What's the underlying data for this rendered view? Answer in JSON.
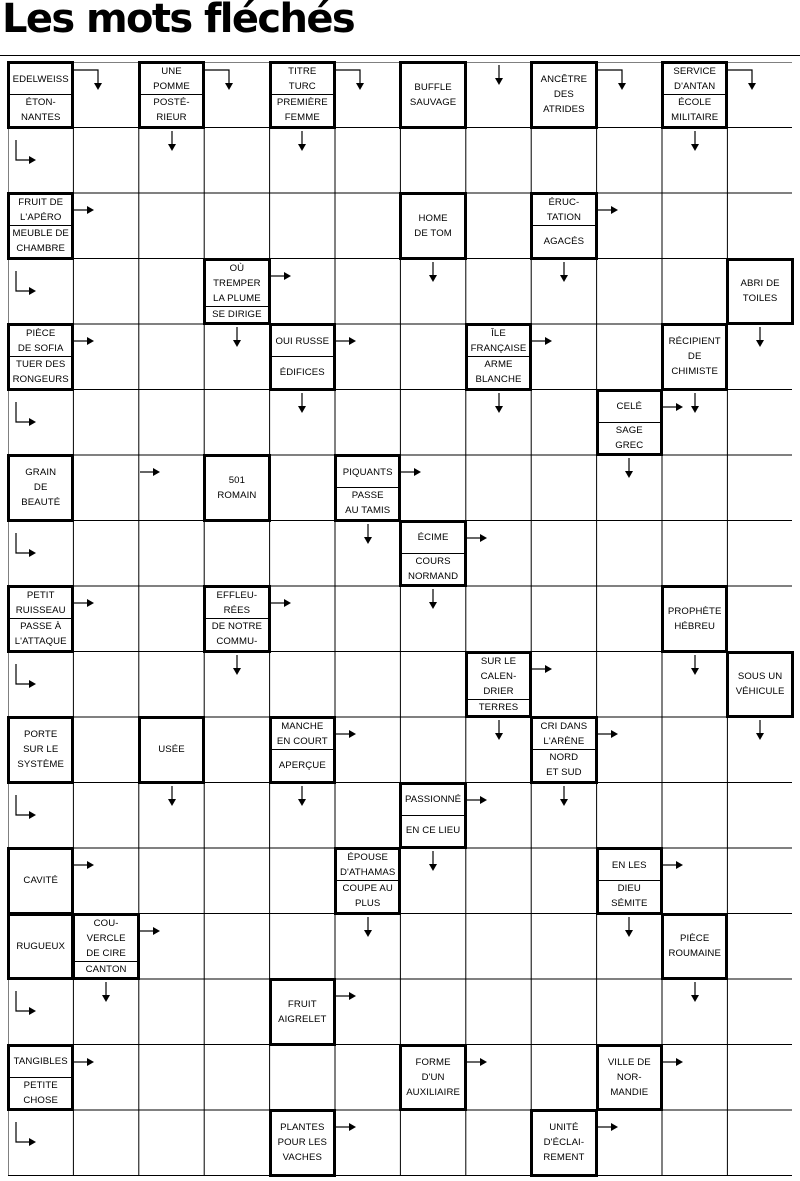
{
  "title": "Les mots fléchés",
  "grid": {
    "columns": 12,
    "rows": 17
  },
  "clues": [
    {
      "col": 0,
      "row": 0,
      "parts": [
        "EDELWEISS",
        "ÉTON-\nNANTES"
      ]
    },
    {
      "col": 2,
      "row": 0,
      "parts": [
        "UNE\nPOMME",
        "POSTÉ-\nRIEUR"
      ]
    },
    {
      "col": 4,
      "row": 0,
      "parts": [
        "TITRE\nTURC",
        "PREMIÈRE\nFEMME"
      ]
    },
    {
      "col": 6,
      "row": 0,
      "parts": [
        "BUFFLE\nSAUVAGE"
      ]
    },
    {
      "col": 8,
      "row": 0,
      "parts": [
        "ANCÊTRE\nDES\nATRIDES"
      ]
    },
    {
      "col": 10,
      "row": 0,
      "parts": [
        "SERVICE\nD'ANTAN",
        "ÉCOLE\nMILITAIRE"
      ]
    },
    {
      "col": 0,
      "row": 2,
      "parts": [
        "FRUIT DE\nL'APÉRO",
        "MEUBLE DE\nCHAMBRE"
      ]
    },
    {
      "col": 6,
      "row": 2,
      "parts": [
        "HOME\nDE TOM"
      ]
    },
    {
      "col": 8,
      "row": 2,
      "parts": [
        "ÉRUC-\nTATION",
        "AGACÉS"
      ]
    },
    {
      "col": 3,
      "row": 3,
      "parts": [
        "OÙ\nTREMPER\nLA PLUME",
        "SE DIRIGE"
      ]
    },
    {
      "col": 11,
      "row": 3,
      "parts": [
        "ABRI DE\nTOILES"
      ]
    },
    {
      "col": 0,
      "row": 4,
      "parts": [
        "PIÈCE\nDE SOFIA",
        "TUER DES\nRONGEURS"
      ]
    },
    {
      "col": 4,
      "row": 4,
      "parts": [
        "OUI RUSSE",
        "ÉDIFICES"
      ]
    },
    {
      "col": 7,
      "row": 4,
      "parts": [
        "ÎLE\nFRANÇAISE",
        "ARME\nBLANCHE"
      ]
    },
    {
      "col": 10,
      "row": 4,
      "parts": [
        "RÉCIPIENT\nDE\nCHIMISTE"
      ]
    },
    {
      "col": 9,
      "row": 5,
      "parts": [
        "CELÉ",
        "SAGE\nGREC"
      ]
    },
    {
      "col": 0,
      "row": 6,
      "parts": [
        "GRAIN\nDE\nBEAUTÉ"
      ]
    },
    {
      "col": 3,
      "row": 6,
      "parts": [
        "501\nROMAIN"
      ]
    },
    {
      "col": 5,
      "row": 6,
      "parts": [
        "PIQUANTS",
        "PASSE\nAU TAMIS"
      ]
    },
    {
      "col": 6,
      "row": 7,
      "parts": [
        "ÉCIME",
        "COURS\nNORMAND"
      ]
    },
    {
      "col": 0,
      "row": 8,
      "parts": [
        "PETIT\nRUISSEAU",
        "PASSE À\nL'ATTAQUE"
      ]
    },
    {
      "col": 3,
      "row": 8,
      "parts": [
        "EFFLEU-\nRÉES",
        "DE NOTRE\nCOMMU-\nNAUTÉ"
      ]
    },
    {
      "col": 10,
      "row": 8,
      "parts": [
        "PROPHÈTE\nHÉBREU"
      ]
    },
    {
      "col": 7,
      "row": 9,
      "parts": [
        "SUR LE\nCALEN-\nDRIER",
        "TERRES\nANCIENNES"
      ]
    },
    {
      "col": 11,
      "row": 9,
      "parts": [
        "SOUS UN\nVÉHICULE"
      ]
    },
    {
      "col": 0,
      "row": 10,
      "parts": [
        "PORTE\nSUR LE\nSYSTÈME"
      ]
    },
    {
      "col": 2,
      "row": 10,
      "parts": [
        "USÉE"
      ]
    },
    {
      "col": 4,
      "row": 10,
      "parts": [
        "MANCHE\nEN COURT",
        "APERÇUE"
      ]
    },
    {
      "col": 8,
      "row": 10,
      "parts": [
        "CRI DANS\nL'ARÈNE",
        "NORD\nET SUD"
      ]
    },
    {
      "col": 6,
      "row": 11,
      "parts": [
        "PASSIONNÉ",
        "EN CE LIEU"
      ]
    },
    {
      "col": 0,
      "row": 12,
      "parts": [
        "CAVITÉ"
      ]
    },
    {
      "col": 5,
      "row": 12,
      "parts": [
        "ÉPOUSE\nD'ATHAMAS",
        "COUPE AU\nPLUS\nCOURT"
      ]
    },
    {
      "col": 9,
      "row": 12,
      "parts": [
        "EN LES",
        "DIEU\nSÉMITE"
      ]
    },
    {
      "col": 0,
      "row": 13,
      "parts": [
        "RUGUEUX"
      ]
    },
    {
      "col": 1,
      "row": 13,
      "parts": [
        "COU-\nVERCLE\nDE CIRE",
        "CANTON\nSUISSE"
      ]
    },
    {
      "col": 10,
      "row": 13,
      "parts": [
        "PIÈCE\nROUMAINE"
      ]
    },
    {
      "col": 4,
      "row": 14,
      "parts": [
        "FRUIT\nAIGRELET"
      ]
    },
    {
      "col": 0,
      "row": 15,
      "parts": [
        "TANGIBLES",
        "PETITE\nCHOSE"
      ]
    },
    {
      "col": 6,
      "row": 15,
      "parts": [
        "FORME\nD'UN\nAUXILIAIRE"
      ]
    },
    {
      "col": 9,
      "row": 15,
      "parts": [
        "VILLE DE\nNOR-\nMANDIE"
      ]
    },
    {
      "col": 4,
      "row": 16,
      "parts": [
        "PLANTES\nPOUR LES\nVACHES"
      ]
    },
    {
      "col": 8,
      "row": 16,
      "parts": [
        "UNITÉ\nD'ÉCLAI-\nREMENT"
      ]
    }
  ],
  "arrows": [
    {
      "col": 1,
      "row": 0,
      "dir": "corner-right-down"
    },
    {
      "col": 3,
      "row": 0,
      "dir": "corner-right-down"
    },
    {
      "col": 5,
      "row": 0,
      "dir": "corner-right-down"
    },
    {
      "col": 7,
      "row": 0,
      "dir": "down"
    },
    {
      "col": 9,
      "row": 0,
      "dir": "corner-right-down"
    },
    {
      "col": 11,
      "row": 0,
      "dir": "corner-right-down"
    },
    {
      "col": 0,
      "row": 1,
      "dir": "corner-down-right"
    },
    {
      "col": 2,
      "row": 1,
      "dir": "down"
    },
    {
      "col": 4,
      "row": 1,
      "dir": "down"
    },
    {
      "col": 10,
      "row": 1,
      "dir": "down"
    },
    {
      "col": 1,
      "row": 2,
      "dir": "right"
    },
    {
      "col": 9,
      "row": 2,
      "dir": "right"
    },
    {
      "col": 0,
      "row": 3,
      "dir": "corner-down-right"
    },
    {
      "col": 4,
      "row": 3,
      "dir": "right"
    },
    {
      "col": 6,
      "row": 3,
      "dir": "down"
    },
    {
      "col": 8,
      "row": 3,
      "dir": "down"
    },
    {
      "col": 1,
      "row": 4,
      "dir": "right"
    },
    {
      "col": 3,
      "row": 4,
      "dir": "down"
    },
    {
      "col": 5,
      "row": 4,
      "dir": "right"
    },
    {
      "col": 8,
      "row": 4,
      "dir": "right"
    },
    {
      "col": 11,
      "row": 4,
      "dir": "down"
    },
    {
      "col": 0,
      "row": 5,
      "dir": "corner-down-right"
    },
    {
      "col": 4,
      "row": 5,
      "dir": "down"
    },
    {
      "col": 7,
      "row": 5,
      "dir": "down"
    },
    {
      "col": 10,
      "row": 5,
      "dir": "right"
    },
    {
      "col": 10,
      "row": 5,
      "dir": "down"
    },
    {
      "col": 2,
      "row": 6,
      "dir": "right"
    },
    {
      "col": 6,
      "row": 6,
      "dir": "right"
    },
    {
      "col": 9,
      "row": 6,
      "dir": "down"
    },
    {
      "col": 0,
      "row": 7,
      "dir": "corner-down-right"
    },
    {
      "col": 5,
      "row": 7,
      "dir": "down"
    },
    {
      "col": 7,
      "row": 7,
      "dir": "right"
    },
    {
      "col": 1,
      "row": 8,
      "dir": "right"
    },
    {
      "col": 4,
      "row": 8,
      "dir": "right"
    },
    {
      "col": 6,
      "row": 8,
      "dir": "down"
    },
    {
      "col": 0,
      "row": 9,
      "dir": "corner-down-right"
    },
    {
      "col": 3,
      "row": 9,
      "dir": "down"
    },
    {
      "col": 8,
      "row": 9,
      "dir": "right"
    },
    {
      "col": 10,
      "row": 9,
      "dir": "down"
    },
    {
      "col": 5,
      "row": 10,
      "dir": "right"
    },
    {
      "col": 7,
      "row": 10,
      "dir": "down"
    },
    {
      "col": 9,
      "row": 10,
      "dir": "right"
    },
    {
      "col": 11,
      "row": 10,
      "dir": "down"
    },
    {
      "col": 0,
      "row": 11,
      "dir": "corner-down-right"
    },
    {
      "col": 2,
      "row": 11,
      "dir": "down"
    },
    {
      "col": 4,
      "row": 11,
      "dir": "down"
    },
    {
      "col": 7,
      "row": 11,
      "dir": "right"
    },
    {
      "col": 8,
      "row": 11,
      "dir": "down"
    },
    {
      "col": 1,
      "row": 12,
      "dir": "right"
    },
    {
      "col": 6,
      "row": 12,
      "dir": "down"
    },
    {
      "col": 10,
      "row": 12,
      "dir": "right"
    },
    {
      "col": 2,
      "row": 13,
      "dir": "right"
    },
    {
      "col": 5,
      "row": 13,
      "dir": "down"
    },
    {
      "col": 9,
      "row": 13,
      "dir": "down"
    },
    {
      "col": 0,
      "row": 14,
      "dir": "corner-down-right"
    },
    {
      "col": 1,
      "row": 14,
      "dir": "down"
    },
    {
      "col": 5,
      "row": 14,
      "dir": "right"
    },
    {
      "col": 10,
      "row": 14,
      "dir": "down"
    },
    {
      "col": 1,
      "row": 15,
      "dir": "right"
    },
    {
      "col": 7,
      "row": 15,
      "dir": "right"
    },
    {
      "col": 10,
      "row": 15,
      "dir": "right"
    },
    {
      "col": 0,
      "row": 16,
      "dir": "corner-down-right"
    },
    {
      "col": 5,
      "row": 16,
      "dir": "right"
    },
    {
      "col": 9,
      "row": 16,
      "dir": "right"
    }
  ]
}
